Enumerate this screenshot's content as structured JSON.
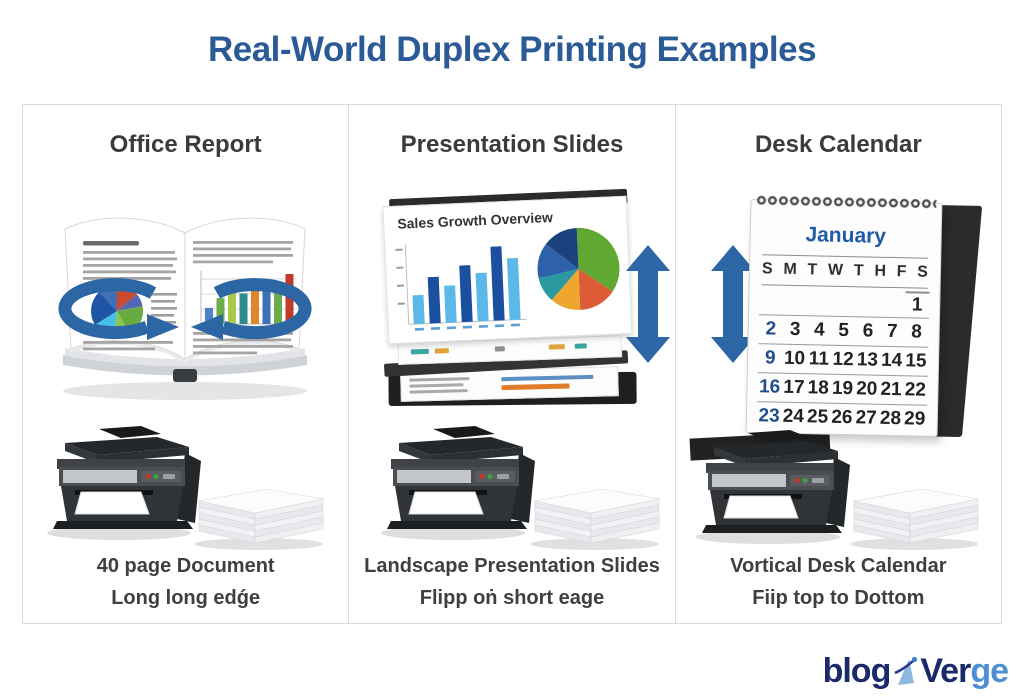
{
  "page_title": "Real-World Duplex Printing Examples",
  "colors": {
    "title": "#2b5b97",
    "arrow": "#2d66a4",
    "heading": "#3b3b3b",
    "caption": "#3f3f3f",
    "calendar_accent": "#1f4e8c",
    "logo_dark": "#1b2a6b",
    "logo_light": "#4d8fd1"
  },
  "panels": [
    {
      "header": "Office Report",
      "caption_line1": "40 page Document",
      "caption_line2": "Long long edǵe"
    },
    {
      "header": "Presentation Slides",
      "slide_title": "Sales Growth Overview",
      "caption_line1": "Landscape Presentation Slides",
      "caption_line2": "Flipp oṅ short eage"
    },
    {
      "header": "Desk Calendar",
      "caption_line1": "Vortical Desk Calendar",
      "caption_line2": "Fiip top to Dottom",
      "calendar": {
        "month": "January",
        "weekdays": [
          "S",
          "M",
          "T",
          "W",
          "T",
          "H",
          "F",
          "S"
        ],
        "weeks": [
          [
            "",
            "",
            "",
            "",
            "",
            "",
            "1"
          ],
          [
            "2",
            "3",
            "4",
            "5",
            "6",
            "7",
            "8"
          ],
          [
            "9",
            "10",
            "11",
            "12",
            "13",
            "14",
            "15"
          ],
          [
            "16",
            "17",
            "18",
            "19",
            "20",
            "21",
            "22"
          ],
          [
            "23",
            "24",
            "25",
            "26",
            "27",
            "28",
            "29"
          ]
        ]
      }
    }
  ],
  "logo": {
    "text1": "blog",
    "text2": "Ver",
    "text3": "ge"
  },
  "chart_data": [
    {
      "id": "book_bar",
      "type": "bar",
      "title": "",
      "context": "decorative bar chart on office report page, values estimated",
      "values": [
        20,
        32,
        45,
        38,
        52,
        44,
        50,
        62
      ],
      "colors": [
        "#4f81c8",
        "#6aab4c",
        "#a8c84f",
        "#2e8b8b",
        "#e0862a",
        "#3f6fb5",
        "#6aab4c",
        "#c43a28"
      ]
    },
    {
      "id": "book_pie",
      "type": "pie",
      "title": "",
      "context": "decorative pie chart on office report page, slice shares estimated",
      "values": [
        14,
        8,
        20,
        10,
        14,
        22,
        12
      ],
      "colors": [
        "#c94a2e",
        "#5567b8",
        "#68ab42",
        "#8cc44f",
        "#45c0e8",
        "#1f55a4",
        "#3f6fb5"
      ]
    },
    {
      "id": "slide_bar",
      "type": "bar",
      "title": "Sales Growth Overview",
      "context": "bar chart on presentation slide, values estimated",
      "values": [
        28,
        45,
        36,
        55,
        47,
        72,
        60
      ],
      "colors": [
        "#5cb8e8",
        "#1d4fa0",
        "#5cb8e8",
        "#1d4fa0",
        "#5cb8e8",
        "#1d4fa0",
        "#5cb8e8"
      ]
    },
    {
      "id": "slide_pie",
      "type": "pie",
      "title": "Sales Growth Overview",
      "context": "pie chart on presentation slide, slice shares estimated",
      "values": [
        35,
        15,
        12,
        10,
        14,
        14
      ],
      "colors": [
        "#5fa832",
        "#dd5b35",
        "#eea62f",
        "#2a9aa0",
        "#2d62a8",
        "#1c427e"
      ]
    }
  ]
}
